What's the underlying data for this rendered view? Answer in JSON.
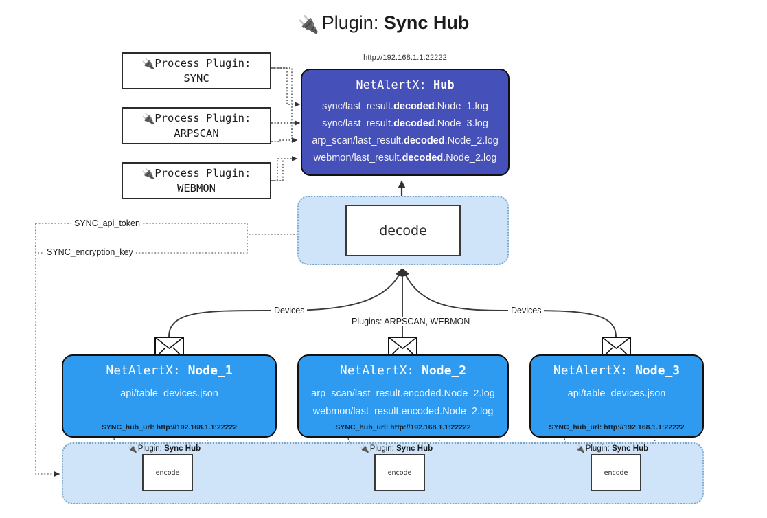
{
  "header": {
    "plug_icon": "plug-icon",
    "title_prefix": "Plugin:",
    "title_name": "Sync Hub",
    "hub_url": "http://192.168.1.1:22222"
  },
  "colors": {
    "hub_fill": "#4550b8",
    "node_fill": "#2f9bf0",
    "panel_fill": "#cfe4f8",
    "panel_border": "#7aa7cc",
    "box_border": "#2b2b2b",
    "page_background": "#ffffff"
  },
  "process_plugins": [
    {
      "line1": "Process Plugin:",
      "line2": "SYNC"
    },
    {
      "line1": "Process Plugin:",
      "line2": "ARPSCAN"
    },
    {
      "line1": "Process Plugin:",
      "line2": "WEBMON"
    }
  ],
  "hub": {
    "title_prefix": "NetAlertX:",
    "title_name": "Hub",
    "logs": [
      {
        "pre": "sync/last_result.",
        "mid": "decoded",
        "post": ".Node_1.log"
      },
      {
        "pre": "sync/last_result.",
        "mid": "decoded",
        "post": ".Node_3.log"
      },
      {
        "pre": "arp_scan/last_result.",
        "mid": "decoded",
        "post": ".Node_2.log"
      },
      {
        "pre": "webmon/last_result.",
        "mid": "decoded",
        "post": ".Node_2.log"
      }
    ]
  },
  "decode": {
    "label": "decode"
  },
  "secrets": [
    {
      "label": "SYNC_api_token"
    },
    {
      "label": "SYNC_encryption_key"
    }
  ],
  "edges": {
    "devices_left": "Devices",
    "devices_right": "Devices",
    "plugins_mid": "Plugins: ARPSCAN, WEBMON"
  },
  "nodes": [
    {
      "title_prefix": "NetAlertX:",
      "title_name": "Node_1",
      "lines": [
        "api/table_devices.json"
      ],
      "footer": "SYNC_hub_url: http://192.168.1.1:22222",
      "envelope_icon": "envelope-icon"
    },
    {
      "title_prefix": "NetAlertX:",
      "title_name": "Node_2",
      "lines": [
        "arp_scan/last_result.encoded.Node_2.log",
        "webmon/last_result.encoded.Node_2.log"
      ],
      "footer": "SYNC_hub_url: http://192.168.1.1:22222",
      "envelope_icon": "envelope-icon"
    },
    {
      "title_prefix": "NetAlertX:",
      "title_name": "Node_3",
      "lines": [
        "api/table_devices.json"
      ],
      "footer": "SYNC_hub_url: http://192.168.1.1:22222",
      "envelope_icon": "envelope-icon"
    }
  ],
  "encoders": [
    {
      "tag_prefix": "Plugin:",
      "tag_name": "Sync Hub",
      "label": "encode"
    },
    {
      "tag_prefix": "Plugin:",
      "tag_name": "Sync Hub",
      "label": "encode"
    },
    {
      "tag_prefix": "Plugin:",
      "tag_name": "Sync Hub",
      "label": "encode"
    }
  ]
}
